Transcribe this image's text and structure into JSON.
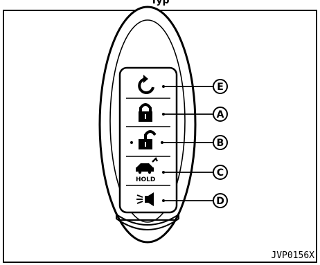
{
  "caption_partial": "Typ",
  "figure_code": "JVP0156X",
  "callouts": [
    {
      "letter": "E",
      "button": "remote-start"
    },
    {
      "letter": "A",
      "button": "lock"
    },
    {
      "letter": "B",
      "button": "unlock"
    },
    {
      "letter": "C",
      "button": "liftgate"
    },
    {
      "letter": "D",
      "button": "panic"
    }
  ],
  "buttons": {
    "hold_label": "HOLD"
  },
  "icons": [
    "remote-start-icon",
    "lock-icon",
    "unlock-icon",
    "liftgate-icon",
    "panic-icon"
  ]
}
